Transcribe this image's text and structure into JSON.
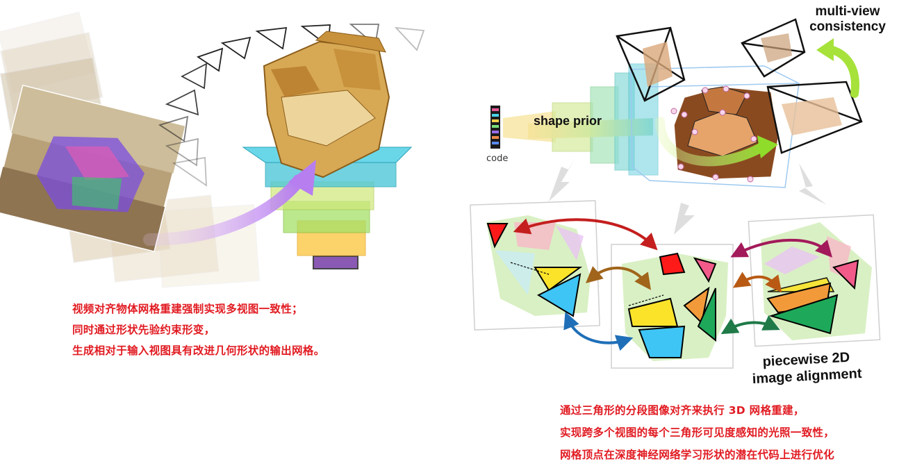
{
  "left_caption": [
    "视频对齐物体网格重建强制实现多视图一致性；",
    "同时通过形状先验约束形变，",
    "生成相对于输入视图具有改进几何形状的输出网格。"
  ],
  "right_caption": [
    "通过三角形的分段图像对齐来执行 3D 网格重建，",
    "实现跨多个视图的每个三角形可见度感知的光照一致性，",
    "网格顶点在深度神经网络学习形状的潜在代码上进行优化"
  ],
  "labels": {
    "code": "code",
    "shape_prior": "shape prior",
    "multi_view_line1": "multi-view",
    "multi_view_line2": "consistency",
    "piecewise_line1": "piecewise 2D",
    "piecewise_line2": "image alignment"
  },
  "colors": {
    "caption_red": "#e11b22",
    "arrow_purple": "#c58af0",
    "arrow_green": "#a6e23a",
    "arrow_red": "#c41e1e",
    "arrow_brown": "#a0641a",
    "arrow_orange": "#b85a14",
    "arrow_magenta": "#a31a5a",
    "arrow_dkgreen": "#1f7a48",
    "arrow_blue": "#1f6fb8"
  }
}
